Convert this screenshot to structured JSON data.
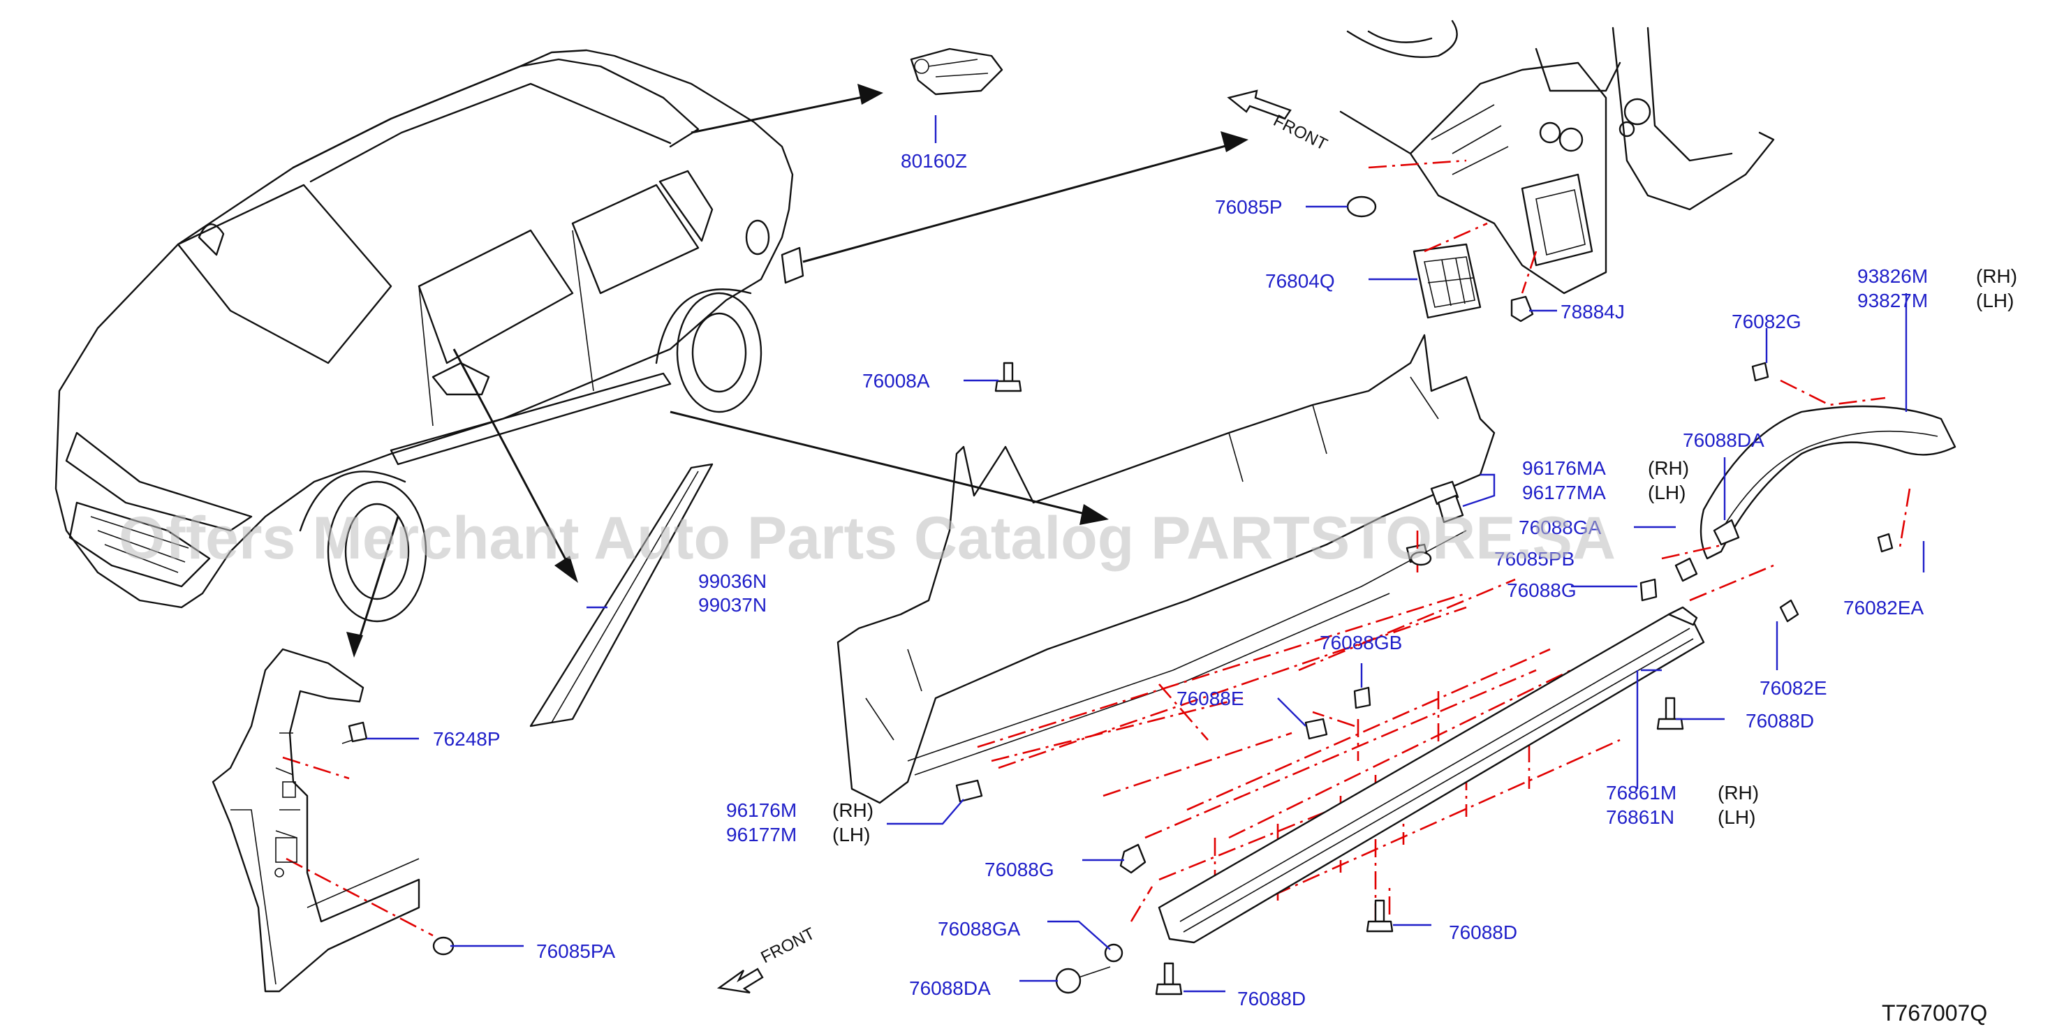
{
  "labels": {
    "l80160z": "80160Z",
    "l76085p": "76085P",
    "l76804q": "76804Q",
    "l78884j": "78884J",
    "l93826m": "93826M",
    "l93827m": "93827M",
    "l76082g": "76082G",
    "l76008a": "76008A",
    "l76088da_top": "76088DA",
    "l96176ma": "96176MA",
    "l96177ma": "96177MA",
    "l76088ga_top": "76088GA",
    "l76085pb": "76085PB",
    "l76088g_top": "76088G",
    "l76082ea": "76082EA",
    "l99036n": "99036N",
    "l99037n": "99037N",
    "l76088gb": "76088GB",
    "l76088e": "76088E",
    "l76082e": "76082E",
    "l76088d_right": "76088D",
    "l76248p": "76248P",
    "l96176m": "96176M",
    "l96177m": "96177M",
    "l76861m": "76861M",
    "l76861n": "76861N",
    "l76088g_bottom": "76088G",
    "l76088ga_bottom": "76088GA",
    "l76088d_mid": "76088D",
    "l76085pa": "76085PA",
    "l76088da_bottom": "76088DA",
    "l76088d_bottom": "76088D"
  },
  "sides": {
    "rh": "(RH)",
    "lh": "(LH)"
  },
  "front": "FRONT",
  "diagram_code": "T767007Q",
  "watermark": "Offers Merchant Auto Parts Catalog PARTSTORE.SA"
}
